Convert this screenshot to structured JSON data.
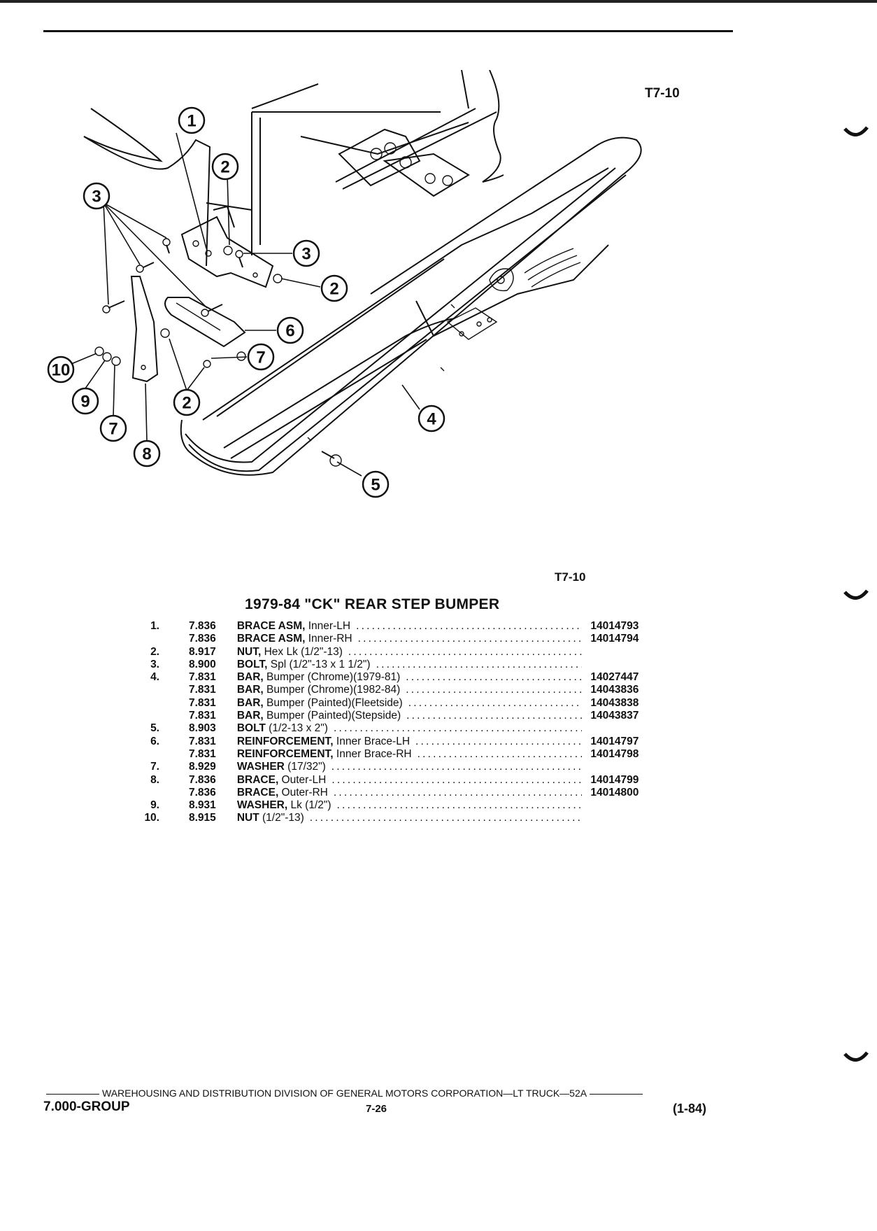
{
  "figure": {
    "code_top": "T7-10",
    "code_bottom": "T7-10",
    "callouts": [
      "1",
      "2",
      "3",
      "4",
      "5",
      "6",
      "7",
      "8",
      "9",
      "10"
    ]
  },
  "title": "1979-84 \"CK\" REAR STEP BUMPER",
  "parts": [
    {
      "num": "1.",
      "group": "7.836",
      "name": "BRACE ASM,",
      "spec": " Inner-LH",
      "part": "14014793"
    },
    {
      "num": "",
      "group": "7.836",
      "name": "BRACE ASM,",
      "spec": " Inner-RH",
      "part": "14014794"
    },
    {
      "num": "2.",
      "group": "8.917",
      "name": "NUT,",
      "spec": " Hex Lk (1/2\"-13)",
      "part": ""
    },
    {
      "num": "3.",
      "group": "8.900",
      "name": "BOLT,",
      "spec": " Spl (1/2\"-13 x 1 1/2\")",
      "part": ""
    },
    {
      "num": "4.",
      "group": "7.831",
      "name": "BAR,",
      "spec": " Bumper (Chrome)(1979-81)",
      "part": "14027447"
    },
    {
      "num": "",
      "group": "7.831",
      "name": "BAR,",
      "spec": " Bumper (Chrome)(1982-84)",
      "part": "14043836"
    },
    {
      "num": "",
      "group": "7.831",
      "name": "BAR,",
      "spec": " Bumper (Painted)(Fleetside)",
      "part": "14043838"
    },
    {
      "num": "",
      "group": "7.831",
      "name": "BAR,",
      "spec": " Bumper (Painted)(Stepside)",
      "part": "14043837"
    },
    {
      "num": "5.",
      "group": "8.903",
      "name": "BOLT",
      "spec": " (1/2-13 x 2\")",
      "part": ""
    },
    {
      "num": "6.",
      "group": "7.831",
      "name": "REINFORCEMENT,",
      "spec": " Inner Brace-LH",
      "part": "14014797"
    },
    {
      "num": "",
      "group": "7.831",
      "name": "REINFORCEMENT,",
      "spec": " Inner Brace-RH",
      "part": "14014798"
    },
    {
      "num": "7.",
      "group": "8.929",
      "name": "WASHER",
      "spec": " (17/32\")",
      "part": ""
    },
    {
      "num": "8.",
      "group": "7.836",
      "name": "BRACE,",
      "spec": " Outer-LH",
      "part": "14014799"
    },
    {
      "num": "",
      "group": "7.836",
      "name": "BRACE,",
      "spec": " Outer-RH",
      "part": "14014800"
    },
    {
      "num": "9.",
      "group": "8.931",
      "name": "WASHER,",
      "spec": " Lk (1/2\")",
      "part": ""
    },
    {
      "num": "10.",
      "group": "8.915",
      "name": "NUT",
      "spec": " (1/2\"-13)",
      "part": ""
    }
  ],
  "footer": {
    "division": "WAREHOUSING AND DISTRIBUTION DIVISION OF GENERAL MOTORS CORPORATION—LT TRUCK—52A",
    "group": "7.000-GROUP",
    "page": "7-26",
    "date": "(1-84)"
  }
}
